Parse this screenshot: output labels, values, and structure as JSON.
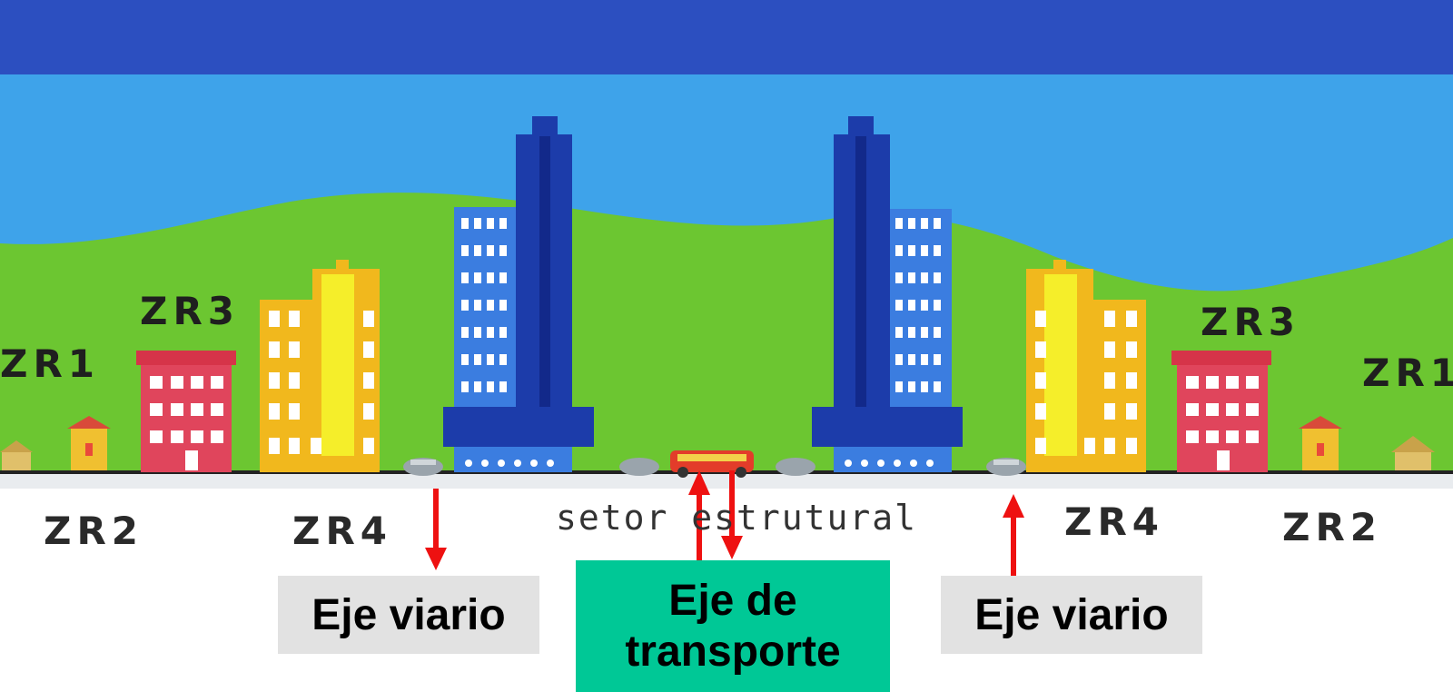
{
  "zones": {
    "zr1_left": "ZR1",
    "zr3_left": "ZR3",
    "zr2_left": "ZR2",
    "zr4_left": "ZR4",
    "zr3_right": "ZR3",
    "zr1_right": "ZR1",
    "zr4_right": "ZR4",
    "zr2_right": "ZR2"
  },
  "sector_label": "setor estrutural",
  "boxes": {
    "left": "Eje viario",
    "center_line1": "Eje de",
    "center_line2": "transporte",
    "right": "Eje viario"
  },
  "colors": {
    "sky_top": "#2c4fc0",
    "sky": "#3ea3ea",
    "hill": "#6cc631",
    "tower_dark": "#1c3caa",
    "tower_mid": "#3b7de0",
    "yellow_building": "#f1b81d",
    "red_building": "#e0455c",
    "transport_box": "#00c896",
    "road_box": "#e2e2e2",
    "arrow": "#ee1111"
  }
}
